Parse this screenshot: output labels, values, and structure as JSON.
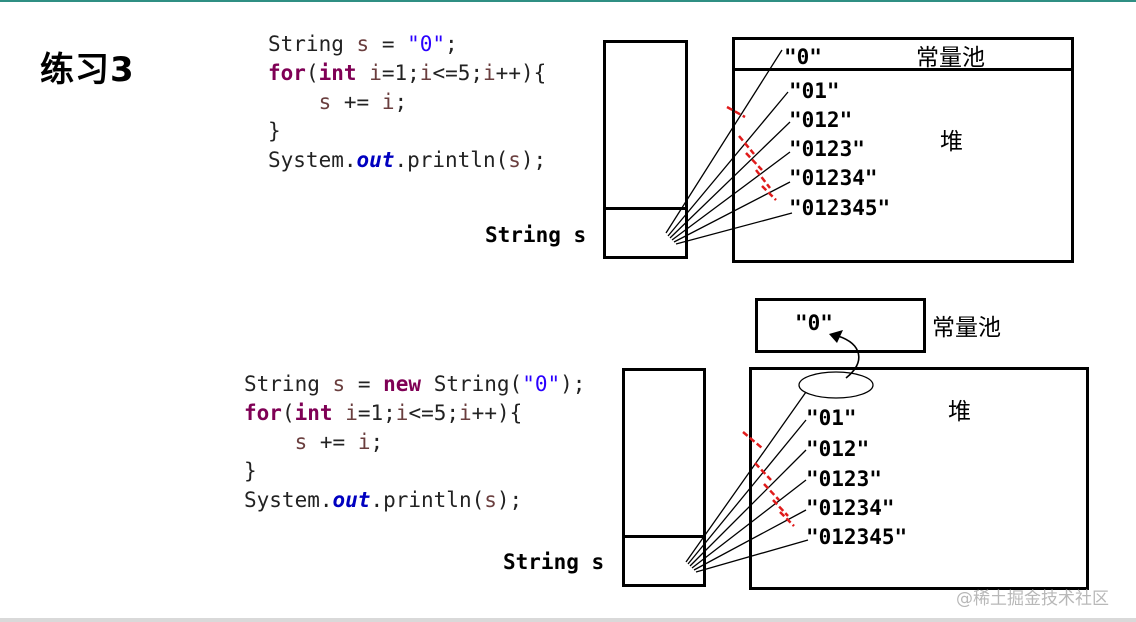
{
  "title": "练习3",
  "top": {
    "code_lines": [
      [
        {
          "t": "String ",
          "c": ""
        },
        {
          "t": "s",
          "c": "var"
        },
        {
          "t": " = ",
          "c": ""
        },
        {
          "t": "\"0\"",
          "c": "str"
        },
        {
          "t": ";",
          "c": ""
        }
      ],
      [
        {
          "t": "for",
          "c": "kw"
        },
        {
          "t": "(",
          "c": ""
        },
        {
          "t": "int",
          "c": "kw"
        },
        {
          "t": " ",
          "c": ""
        },
        {
          "t": "i",
          "c": "var"
        },
        {
          "t": "=1;",
          "c": ""
        },
        {
          "t": "i",
          "c": "var"
        },
        {
          "t": "<=5;",
          "c": ""
        },
        {
          "t": "i",
          "c": "var"
        },
        {
          "t": "++){",
          "c": ""
        }
      ],
      [
        {
          "t": "    ",
          "c": ""
        },
        {
          "t": "s",
          "c": "var"
        },
        {
          "t": " += ",
          "c": ""
        },
        {
          "t": "i",
          "c": "var"
        },
        {
          "t": ";",
          "c": ""
        }
      ],
      [
        {
          "t": "}",
          "c": ""
        }
      ],
      [
        {
          "t": "System.",
          "c": ""
        },
        {
          "t": "out",
          "c": "fld"
        },
        {
          "t": ".println(",
          "c": ""
        },
        {
          "t": "s",
          "c": "var"
        },
        {
          "t": ");",
          "c": ""
        }
      ]
    ],
    "stack_label": "String s",
    "pool_label": "常量池",
    "pool_literal": "\"0\"",
    "heap_label": "堆",
    "heap_literals": [
      "\"01\"",
      "\"012\"",
      "\"0123\"",
      "\"01234\"",
      "\"012345\""
    ]
  },
  "bottom": {
    "code_lines": [
      [
        {
          "t": "String ",
          "c": ""
        },
        {
          "t": "s",
          "c": "var"
        },
        {
          "t": " = ",
          "c": ""
        },
        {
          "t": "new",
          "c": "kw"
        },
        {
          "t": " String(",
          "c": ""
        },
        {
          "t": "\"0\"",
          "c": "str"
        },
        {
          "t": ");",
          "c": ""
        }
      ],
      [
        {
          "t": "for",
          "c": "kw"
        },
        {
          "t": "(",
          "c": ""
        },
        {
          "t": "int",
          "c": "kw"
        },
        {
          "t": " ",
          "c": ""
        },
        {
          "t": "i",
          "c": "var"
        },
        {
          "t": "=1;",
          "c": ""
        },
        {
          "t": "i",
          "c": "var"
        },
        {
          "t": "<=5;",
          "c": ""
        },
        {
          "t": "i",
          "c": "var"
        },
        {
          "t": "++){",
          "c": ""
        }
      ],
      [
        {
          "t": "    ",
          "c": ""
        },
        {
          "t": "s",
          "c": "var"
        },
        {
          "t": " += ",
          "c": ""
        },
        {
          "t": "i",
          "c": "var"
        },
        {
          "t": ";",
          "c": ""
        }
      ],
      [
        {
          "t": "}",
          "c": ""
        }
      ],
      [
        {
          "t": "System.",
          "c": ""
        },
        {
          "t": "out",
          "c": "fld"
        },
        {
          "t": ".println(",
          "c": ""
        },
        {
          "t": "s",
          "c": "var"
        },
        {
          "t": ");",
          "c": ""
        }
      ]
    ],
    "stack_label": "String s",
    "pool_label": "常量池",
    "pool_literal": "\"0\"",
    "heap_label": "堆",
    "heap_literals": [
      "\"01\"",
      "\"012\"",
      "\"0123\"",
      "\"01234\"",
      "\"012345\""
    ]
  },
  "watermark": "@稀土掘金技术社区",
  "colors": {
    "accent_rule": "#2f8f83",
    "keyword": "#7f0055",
    "variable": "#6a3e3e",
    "string": "#2a00ff",
    "field": "#0000c0",
    "cross_mark": "#e01b1b"
  }
}
